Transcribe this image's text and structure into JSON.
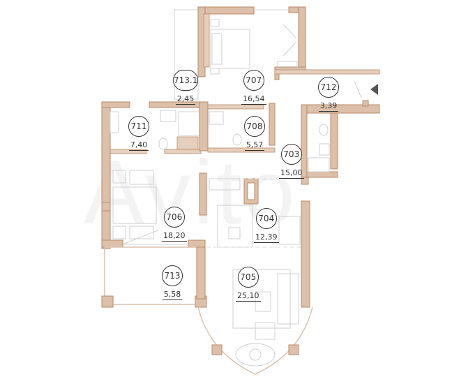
{
  "plan": {
    "watermark": "Avito",
    "wall_color": "#dcc0aa",
    "wall_stroke": "#b88a6a",
    "entrance_icon": "triangle-left-icon",
    "rooms": [
      {
        "id": "713.1",
        "area": "2,45"
      },
      {
        "id": "707",
        "area": "16,54"
      },
      {
        "id": "712",
        "area": "3,39"
      },
      {
        "id": "711",
        "area": "7,40"
      },
      {
        "id": "708",
        "area": "5,57"
      },
      {
        "id": "703",
        "area": "15,00"
      },
      {
        "id": "706",
        "area": "18,20"
      },
      {
        "id": "704",
        "area": "12,39"
      },
      {
        "id": "713",
        "area": "5,58"
      },
      {
        "id": "705",
        "area": "25,10"
      }
    ]
  }
}
